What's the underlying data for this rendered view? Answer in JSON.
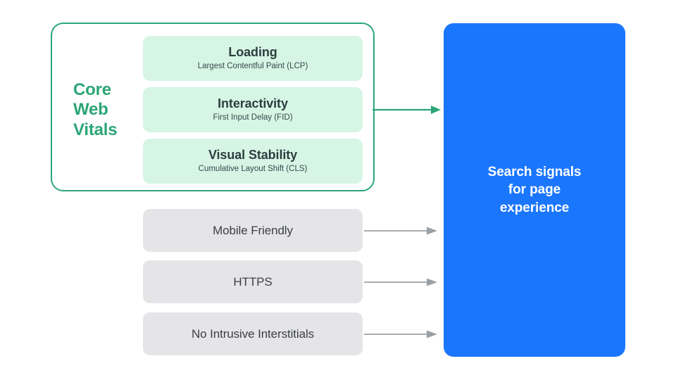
{
  "colors": {
    "green_accent": "#2ba577",
    "mint_card": "#d6f5e4",
    "gray_card": "#e5e5e7",
    "blue_panel": "#1b76fe",
    "gray_arrow": "#9aa0a6",
    "dark_text": "#2d3d42",
    "white_text": "#ffffff",
    "background": "#ffffff"
  },
  "core_web_vitals": {
    "group_label": "Core\nWeb\nVitals",
    "group_label_lines": [
      "Core",
      "Web",
      "Vitals"
    ],
    "metrics": [
      {
        "title": "Loading",
        "subtitle": "Largest Contentful Paint (LCP)"
      },
      {
        "title": "Interactivity",
        "subtitle": "First Input Delay (FID)"
      },
      {
        "title": "Visual Stability",
        "subtitle": "Cumulative Layout Shift (CLS)"
      }
    ]
  },
  "other_signals": [
    {
      "label": "Mobile Friendly"
    },
    {
      "label": "HTTPS"
    },
    {
      "label": "No Intrusive Interstitials"
    }
  ],
  "destination": {
    "text": "Search signals\nfor page\nexperience",
    "lines": [
      "Search signals",
      "for page",
      "experience"
    ]
  },
  "arrows": {
    "core_web_vitals_arrow": "arrow-right-green",
    "mobile_friendly_arrow": "arrow-right-gray",
    "https_arrow": "arrow-right-gray",
    "interstitials_arrow": "arrow-right-gray"
  }
}
